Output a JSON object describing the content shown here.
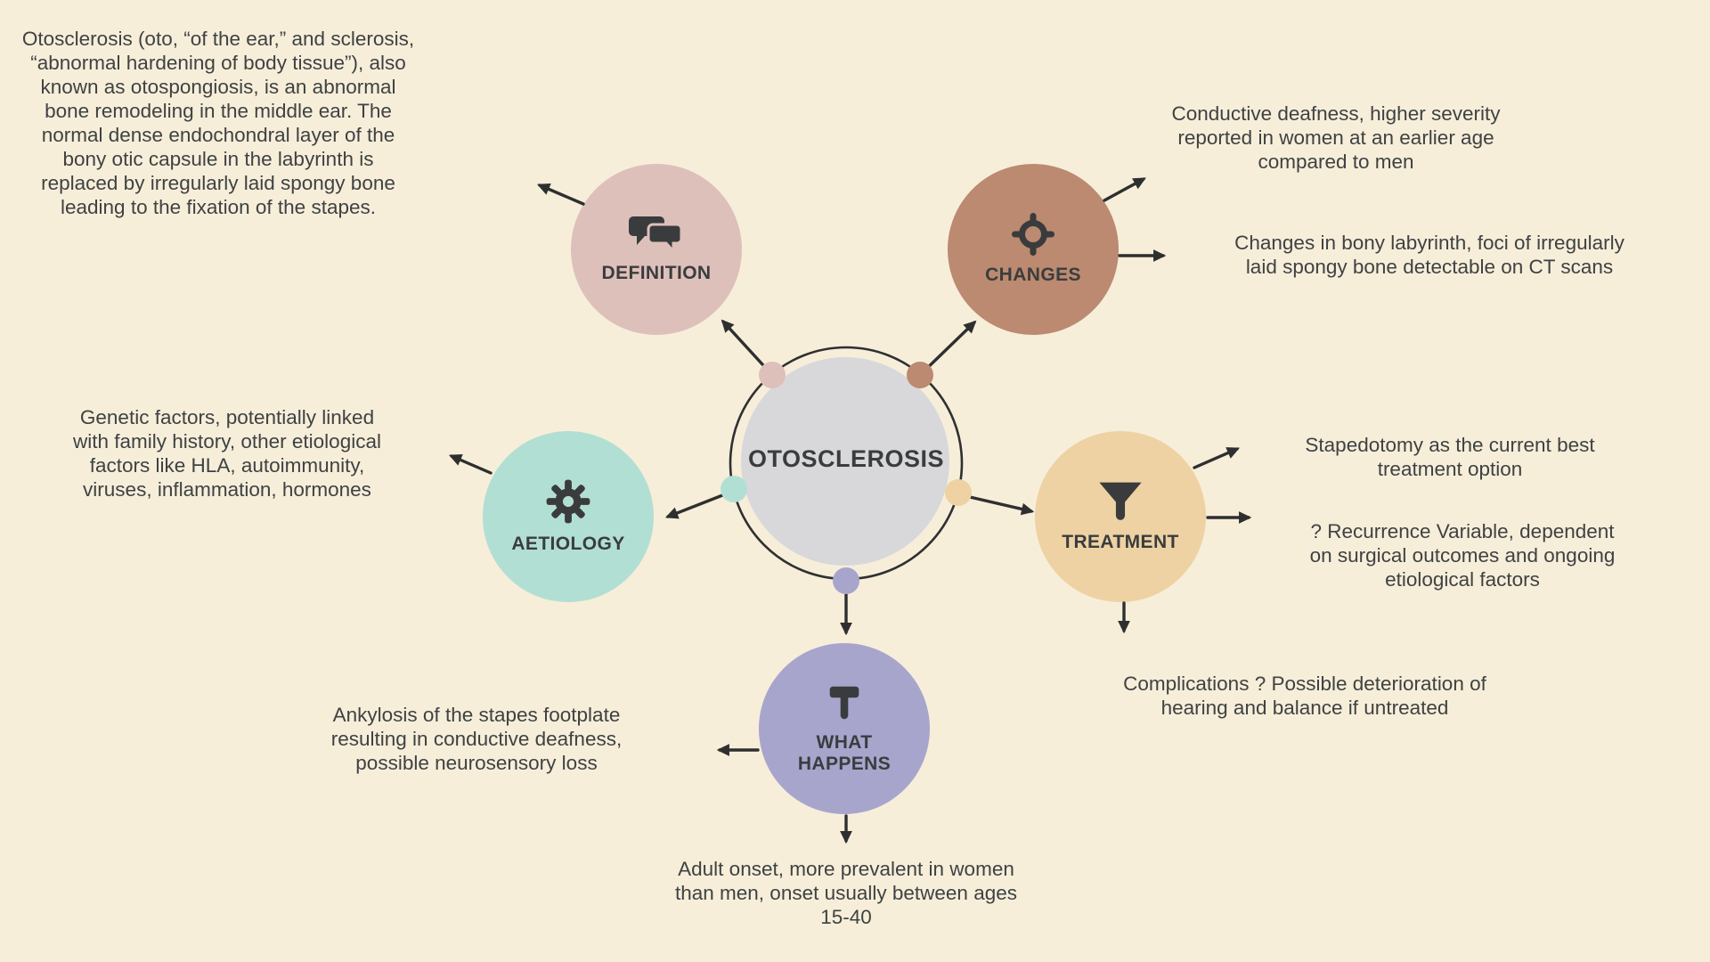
{
  "canvas": {
    "background_color": "#f7eeda",
    "text_color": "#3e4242",
    "arrow_color": "#2e2f2f"
  },
  "center": {
    "label": "OTOSCLEROSIS",
    "fill": "#d8d8db",
    "ring_color": "#2f3031"
  },
  "nodes": {
    "definition": {
      "label": "DEFINITION",
      "icon": "speech-bubbles-icon",
      "color": "#dec0ba"
    },
    "changes": {
      "label": "CHANGES",
      "icon": "target-icon",
      "color": "#bb8a70"
    },
    "aetiology": {
      "label": "AETIOLOGY",
      "icon": "gear-icon",
      "color": "#b2dfd3"
    },
    "treatment": {
      "label": "TREATMENT",
      "icon": "funnel-icon",
      "color": "#eed2a3"
    },
    "what_happens": {
      "label": "WHAT\nHAPPENS",
      "icon": "gavel-icon",
      "color": "#a8a5cd"
    }
  },
  "notes": {
    "definition": "Otosclerosis (oto, “of the ear,” and sclerosis,\n“abnormal hardening of body tissue”), also\nknown as otospongiosis, is an abnormal\nbone remodeling in the middle ear. The\nnormal dense endochondral layer of the\nbony otic capsule in the labyrinth is\nreplaced by irregularly laid spongy bone\nleading to the fixation of the stapes.",
    "changes_severity": "Conductive deafness, higher severity\nreported in women at an earlier age\ncompared to men",
    "changes_ct": "Changes in bony labyrinth, foci of irregularly\nlaid spongy bone detectable on CT scans",
    "aetiology": "Genetic factors, potentially linked\nwith family history, other etiological\nfactors like HLA, autoimmunity,\nviruses, inflammation, hormones",
    "treatment_stapedotomy": "Stapedotomy as the current best\ntreatment option",
    "treatment_recurrence": "? Recurrence Variable, dependent\non surgical outcomes and ongoing\netiological factors",
    "treatment_complications": "Complications ? Possible deterioration of\nhearing and balance if untreated",
    "what_happens_ankylosis": "Ankylosis of the stapes footplate\nresulting in conductive deafness,\npossible neurosensory loss",
    "what_happens_onset": "Adult onset, more prevalent in women\nthan men, onset usually between ages\n15-40"
  }
}
